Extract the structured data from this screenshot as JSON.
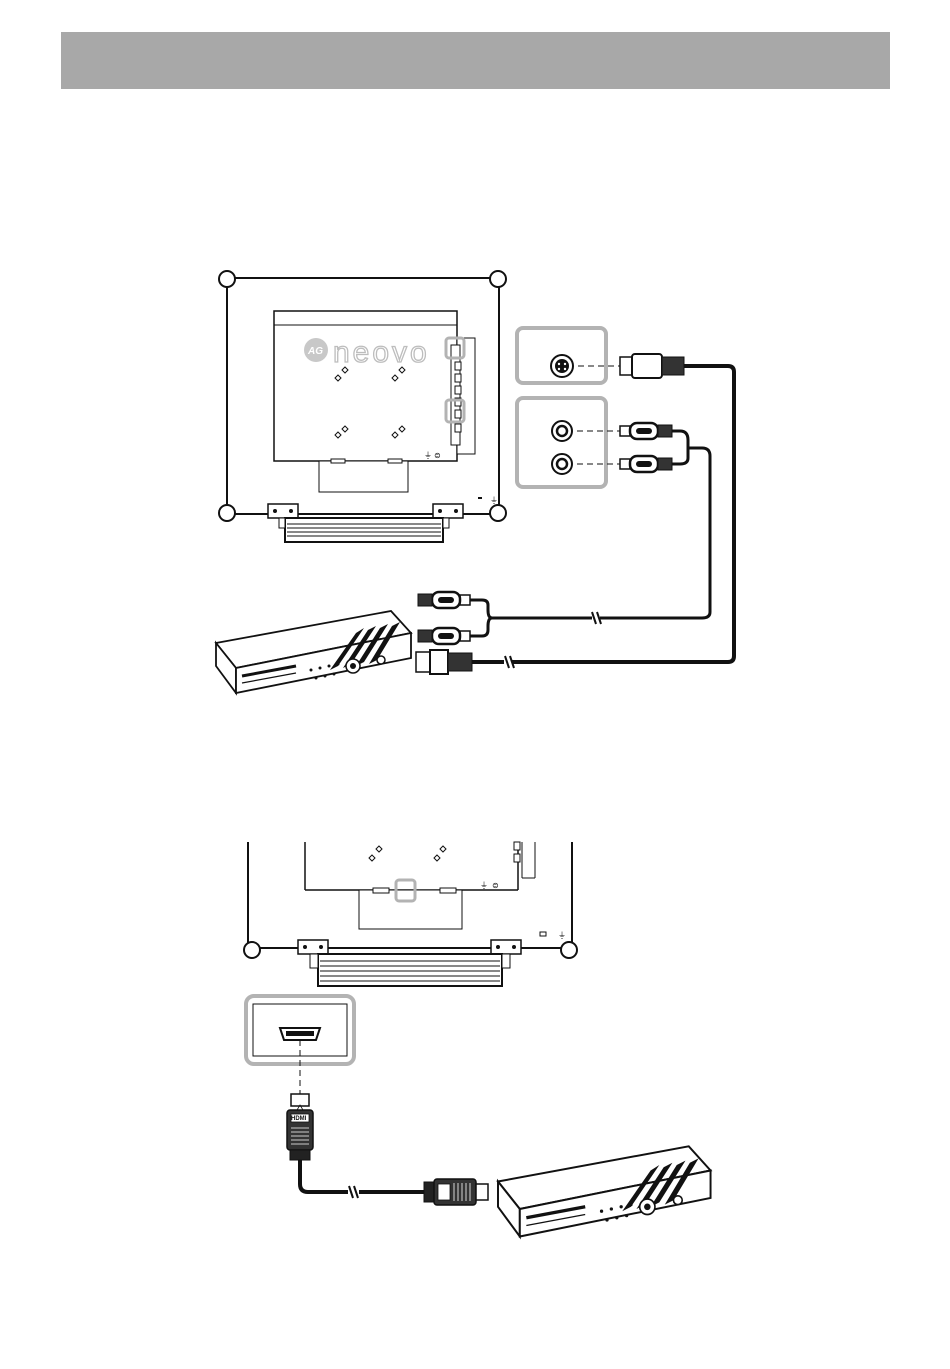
{
  "header": {
    "title": ""
  },
  "brand": {
    "logo_text": "neovo",
    "badge_text": "AG"
  },
  "connector_labels": {
    "hdmi_plug_text": "HDMI"
  },
  "colors": {
    "header_bar": "#a8a8a8",
    "highlight_box": "#b3b3b3",
    "line": "#1a1a1a"
  }
}
